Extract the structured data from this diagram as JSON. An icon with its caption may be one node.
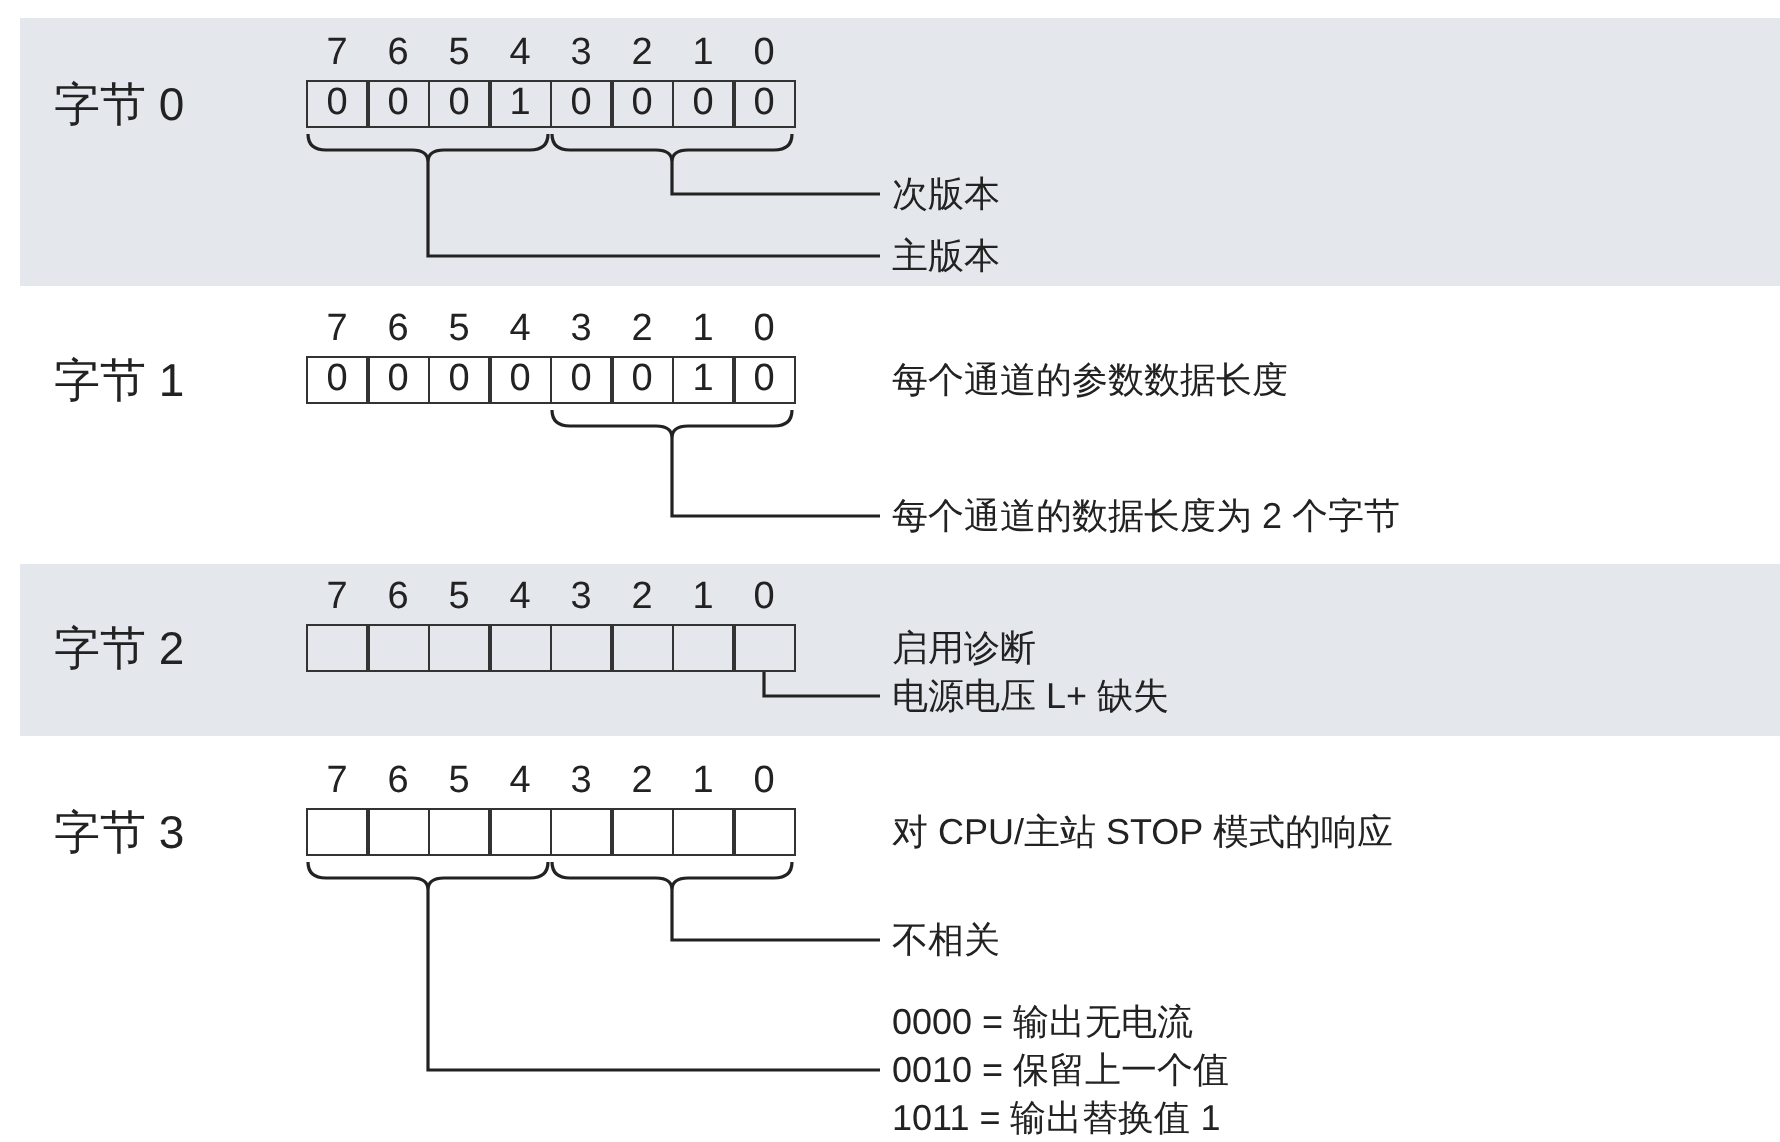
{
  "diagram": {
    "nodes": [
      {
        "text": [
          "字节 0"
        ]
      },
      {
        "text": [
          "7",
          "0"
        ],
        "in": 0
      },
      {
        "text": [
          "6",
          "0"
        ],
        "in": 0
      },
      {
        "text": [
          "5",
          "0"
        ],
        "in": 0
      },
      {
        "text": [
          "4",
          "1"
        ],
        "in": 0
      },
      {
        "text": [
          "3",
          "0"
        ],
        "in": 0
      },
      {
        "text": [
          "2",
          "0"
        ],
        "in": 0
      },
      {
        "text": [
          "1",
          "0"
        ],
        "in": 0
      },
      {
        "text": [
          "0",
          "0"
        ],
        "in": 0
      },
      {
        "text": [],
        "shape": "brace",
        "in": 0
      },
      {
        "text": [],
        "shape": "brace",
        "in": 0
      },
      {
        "text": [
          "次版本"
        ],
        "in": 0
      },
      {
        "text": [
          "主版本"
        ],
        "in": 0
      },
      {
        "text": [
          "字节 1",
          "每个通道的参数数据长度"
        ]
      },
      {
        "text": [
          "7",
          "0"
        ],
        "in": 13
      },
      {
        "text": [
          "6",
          "0"
        ],
        "in": 13
      },
      {
        "text": [
          "5",
          "0"
        ],
        "in": 13
      },
      {
        "text": [
          "4",
          "0"
        ],
        "in": 13
      },
      {
        "text": [
          "3",
          "0"
        ],
        "in": 13
      },
      {
        "text": [
          "2",
          "0"
        ],
        "in": 13
      },
      {
        "text": [
          "1",
          "1"
        ],
        "in": 13
      },
      {
        "text": [
          "0",
          "0"
        ],
        "in": 13
      },
      {
        "text": [],
        "shape": "brace",
        "in": 13
      },
      {
        "text": [
          "每个通道的数据长度为 2 个字节"
        ],
        "in": 13
      },
      {
        "text": [
          "字节 2",
          "启用诊断"
        ]
      },
      {
        "text": [
          "7"
        ],
        "in": 24
      },
      {
        "text": [
          "6"
        ],
        "in": 24
      },
      {
        "text": [
          "5"
        ],
        "in": 24
      },
      {
        "text": [
          "4"
        ],
        "in": 24
      },
      {
        "text": [
          "3"
        ],
        "in": 24
      },
      {
        "text": [
          "2"
        ],
        "in": 24
      },
      {
        "text": [
          "1"
        ],
        "in": 24
      },
      {
        "text": [
          "0"
        ],
        "in": 24
      },
      {
        "text": [
          "电源电压 L+ 缺失"
        ],
        "in": 24
      },
      {
        "text": [
          "字节 3",
          "对 CPU/主站 STOP 模式的响应"
        ]
      },
      {
        "text": [
          "7"
        ],
        "in": 34
      },
      {
        "text": [
          "6"
        ],
        "in": 34
      },
      {
        "text": [
          "5"
        ],
        "in": 34
      },
      {
        "text": [
          "4"
        ],
        "in": 34
      },
      {
        "text": [
          "3"
        ],
        "in": 34
      },
      {
        "text": [
          "2"
        ],
        "in": 34
      },
      {
        "text": [
          "1"
        ],
        "in": 34
      },
      {
        "text": [
          "0"
        ],
        "in": 34
      },
      {
        "text": [],
        "shape": "brace",
        "in": 34
      },
      {
        "text": [],
        "shape": "brace",
        "in": 34
      },
      {
        "text": [
          "不相关"
        ],
        "in": 34
      },
      {
        "text": [
          "0000 = 输出无电流",
          "0010 = 保留上一个值",
          "1011 = 输出替换值 1"
        ],
        "in": 34
      }
    ],
    "edges": [
      {
        "from": 11,
        "to": 10,
        "arrow": "none"
      },
      {
        "from": 12,
        "to": 9,
        "arrow": "none"
      },
      {
        "from": 23,
        "to": 22,
        "arrow": "none"
      },
      {
        "from": 33,
        "to": 32,
        "arrow": "none"
      },
      {
        "from": 45,
        "to": 44,
        "arrow": "none"
      },
      {
        "from": 46,
        "to": 43,
        "arrow": "none"
      }
    ]
  }
}
